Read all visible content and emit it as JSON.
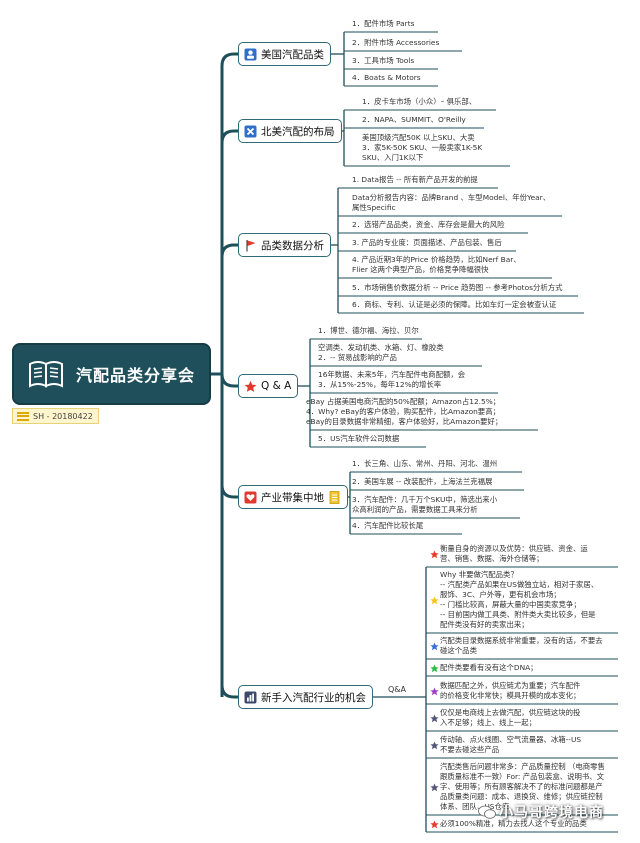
{
  "root": {
    "title": "汽配品类分享会",
    "tag": "SH - 20180422",
    "icon": "book-icon"
  },
  "branches": [
    {
      "label": "美国汽配品类",
      "icon": "person-badge-icon",
      "items": [
        "1．配件市场 Parts",
        "2．附件市场 Accessories",
        "3．工具市场 Tools",
        "4．Boats & Motors"
      ]
    },
    {
      "label": "北美汽配的布局",
      "icon": "x-mark-icon",
      "items": [
        "1．皮卡车市场（小众）– 俱乐部、",
        "2．NAPA、SUMMIT、O'Reilly",
        "美国顶级汽配50K 以上SKU、大卖\n3．家5K-50K SKU、一般卖家1K-5K\nSKU、入门1K以下"
      ]
    },
    {
      "label": "品类数据分析",
      "icon": "red-flag-icon",
      "items": [
        "1. Data报告 -- 所有新产品开发的前提",
        "Data分析报告内容：品牌Brand 、车型Model、年份Year、\n属性Specific",
        "2．选错产品品类，资金、库存会是最大的风险",
        "3. 产品的专业度：页面描述、产品包装、售后",
        "4. 产品近期3年的Price 价格趋势，比如Nerf Bar、\nFlier 这两个典型产品，价格竞争降幅很快",
        "5．市场销售价数据分析 -- Price 趋势图 -- 参考Photos分析方式",
        "6．商标、专利、认证是必须的保障。比如车灯一定会被查认证"
      ]
    },
    {
      "label": "Q & A",
      "icon": "red-star-icon",
      "items": [
        "1．博世、德尔福、海拉、贝尔",
        "空调类、发动机类、水箱、灯、橡胶类\n2．-- 贸易战影响的产品",
        "16年数据、未来5年，汽车配件电商配额，会\n3．从15%-25%，每年12%的增长率",
        "eBay 占据美国电商汽配的50%配额；Amazon占12.5%；\n4．Why? eBay的客户体验，购买配件，比Amazon要高；\neBay的目录数据非常精细，客户体验好，比Amazon要好；",
        "5．US汽车软件公司数据"
      ]
    },
    {
      "label": "产业带集中地",
      "icon": "heart-icon",
      "items": [
        "1．长三角、山东、常州、丹阳、河北、温州",
        "2．美国车展 -- 改装配件，上海法兰克福展",
        "3．汽车配件：几千万个SKU中，筛选出来小\n众高利润的产品，需要数据工具来分析",
        "4．汽车配件比较长尾"
      ]
    },
    {
      "label": "新手入汽配行业的机会",
      "icon": "bar-chart-icon",
      "connector": "Q&A",
      "items": [
        {
          "text": "衡量自身的资源以及优势：供应链、资金、运\n营、销售、数据、海外仓储等；",
          "star": "#e8392a"
        },
        {
          "text": "Why 非要做汽配品类？\n-- 汽配类产品如果在US做独立站，相对于家居、\n服饰、3C、户外等，更有机会市场；\n-- 门槛比较高，屏蔽大量的中国卖家竞争；\n-- 目前国内做工具类、附件类大卖比较多，但是\n配件类没有好的卖家出来；",
          "star": "#f5c518"
        },
        {
          "text": "汽配类目录数据系统非常重要，没有的话，不要去\n碰这个品类",
          "star": "#3a6fd8"
        },
        {
          "text": "配件类要看有没有这个DNA；",
          "star": "#2fb84a"
        },
        {
          "text": "数据匹配之外，供应链尤为重要；汽车配件\n的价格变化非常快；模具开模的成本变化；",
          "star": "#9b3fc8"
        },
        {
          "text": "仅仅是电商线上去做汽配，供应链这块的投\n入不足够；线上、线上一起；",
          "star": "#555577"
        },
        {
          "text": "传动轴、点火线圈、空气流量器、冰箱--US\n不要去碰这些产品",
          "star": "#555577"
        },
        {
          "text": "汽配类售后问题非常多：产品质量控制 （电商零售\n跟质量标准不一致）For: 产品包装盒、说明书、文\n字、使用等；所有顾客解决不了的标准问题都是产\n品质量类问题：成本、退换货、维修；供应链控制\n体系、团队、US仓库",
          "star": "#555577"
        },
        {
          "text": "必须100%精准，精力去找人这个专业的品类",
          "star": "#e8392a"
        }
      ]
    }
  ],
  "watermark": "小马哥跨境电商",
  "colors": {
    "central_bg": "#1e4f5a",
    "line": "#1e4f5a",
    "sub_line": "#2e6c78"
  }
}
